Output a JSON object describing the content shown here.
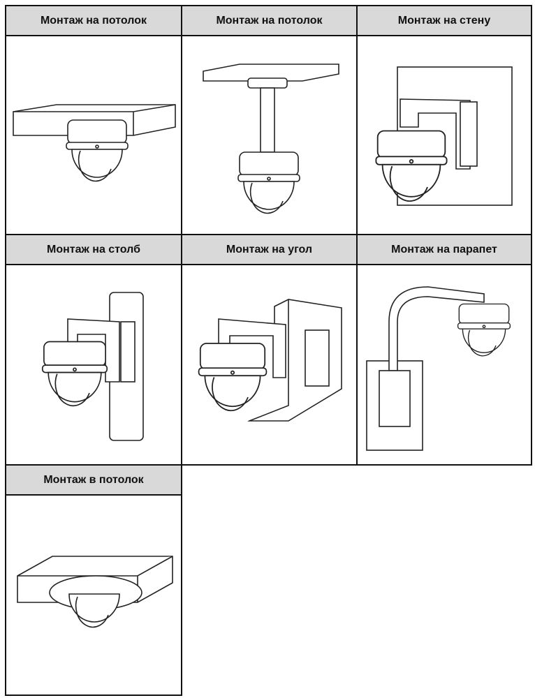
{
  "cells": [
    {
      "label": "Монтаж на потолок",
      "icon": "ceiling-mount-illustration"
    },
    {
      "label": "Монтаж на потолок",
      "icon": "pendant-mount-illustration"
    },
    {
      "label": "Монтаж на стену",
      "icon": "wall-mount-illustration"
    },
    {
      "label": "Монтаж на столб",
      "icon": "pole-mount-illustration"
    },
    {
      "label": "Монтаж на угол",
      "icon": "corner-mount-illustration"
    },
    {
      "label": "Монтаж на парапет",
      "icon": "parapet-mount-illustration"
    },
    {
      "label": "Монтаж в потолок",
      "icon": "in-ceiling-mount-illustration"
    }
  ]
}
